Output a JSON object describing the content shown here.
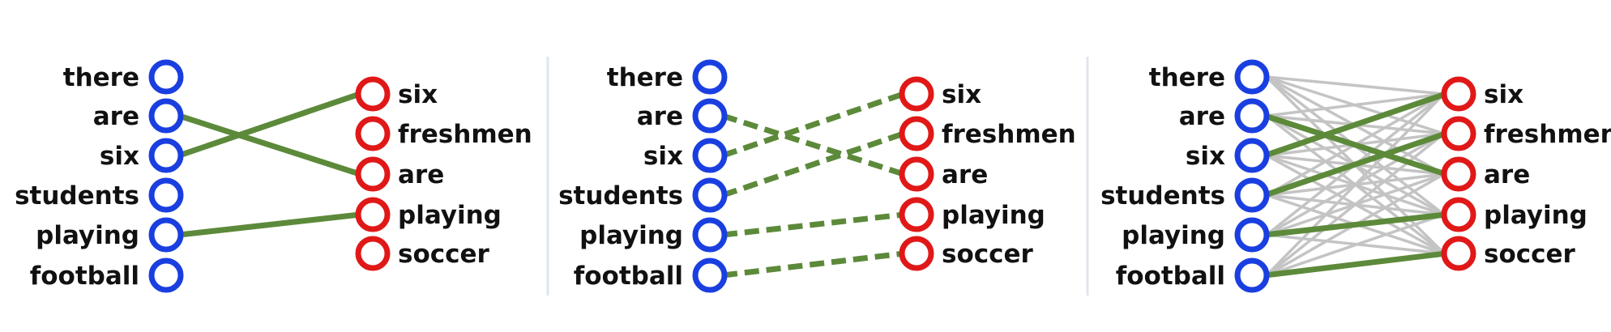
{
  "colors": {
    "source_node": "#1a3fe0",
    "target_node": "#e01818",
    "alignment_edge": "#5c8a3a",
    "candidate_edge": "#c4c4c4",
    "divider": "#dfe6ee"
  },
  "source_words": [
    "there",
    "are",
    "six",
    "students",
    "playing",
    "football"
  ],
  "target_words": [
    "six",
    "freshmen",
    "are",
    "playing",
    "soccer"
  ],
  "panels": [
    {
      "id": "panel-1",
      "edge_style": "solid",
      "alignments": [
        [
          1,
          2
        ],
        [
          2,
          0
        ],
        [
          4,
          3
        ]
      ],
      "show_all_candidates": false
    },
    {
      "id": "panel-2",
      "edge_style": "dashed",
      "alignments": [
        [
          1,
          2
        ],
        [
          2,
          0
        ],
        [
          3,
          1
        ],
        [
          4,
          3
        ],
        [
          5,
          4
        ]
      ],
      "show_all_candidates": false
    },
    {
      "id": "panel-3",
      "edge_style": "solid",
      "alignments": [
        [
          1,
          2
        ],
        [
          2,
          0
        ],
        [
          3,
          1
        ],
        [
          4,
          3
        ],
        [
          5,
          4
        ]
      ],
      "show_all_candidates": true
    }
  ]
}
